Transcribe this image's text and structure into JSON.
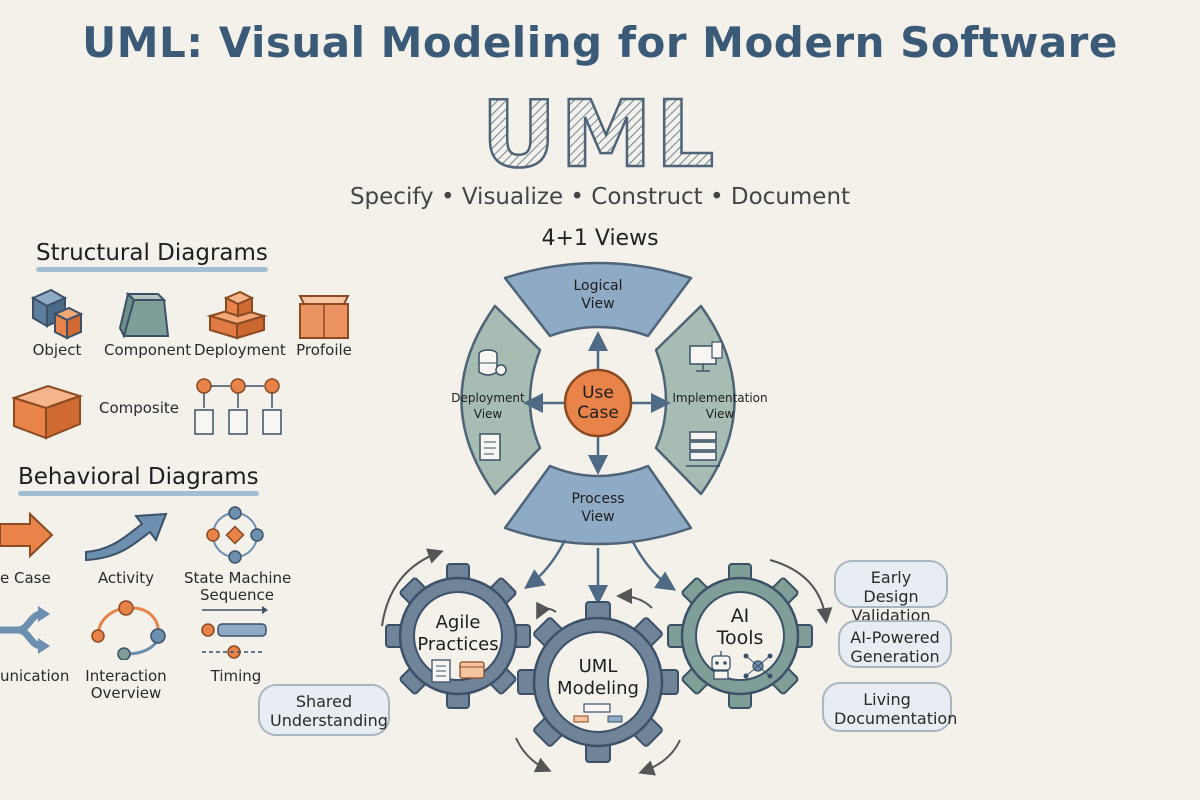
{
  "title": "UML: Visual Modeling for Modern Software",
  "logo": {
    "text": "UML"
  },
  "tagline": "Specify • Visualize • Construct • Document",
  "structural": {
    "heading": "Structural Diagrams",
    "items": [
      {
        "label": "Object",
        "icon": "cube-pair-icon"
      },
      {
        "label": "Component",
        "icon": "prism-block-icon"
      },
      {
        "label": "Deployment",
        "icon": "stacked-boxes-icon"
      },
      {
        "label": "Profoile",
        "icon": "open-box-icon"
      },
      {
        "label": "Composite",
        "icon": "package-box-icon"
      }
    ],
    "composite_flow_icon": "node-document-flow-icon"
  },
  "behavioral": {
    "heading": "Behavioral Diagrams",
    "items": [
      {
        "label": "e Case",
        "icon": "arrow-right-icon"
      },
      {
        "label": "Activity",
        "icon": "swoosh-arrow-icon"
      },
      {
        "label": "State Machine",
        "icon": "state-ring-icon"
      },
      {
        "label": "Sequence",
        "icon": "sequence-arrows-icon"
      },
      {
        "label": "unication",
        "icon": "split-arrows-icon"
      },
      {
        "label": "Interaction\nOverview",
        "icon": "node-loop-icon"
      },
      {
        "label": "Timing",
        "icon": "timeline-icon"
      }
    ]
  },
  "views": {
    "heading": "4+1 Views",
    "center": "Use\nCase",
    "logical": "Logical\nView",
    "deployment": "Deployment\nView",
    "implementation": "Implementation\nView",
    "process": "Process\nView"
  },
  "gears": {
    "agile": "Agile\nPractices",
    "uml": "UML\nModeling",
    "ai": "AI\nTools"
  },
  "bubbles": {
    "shared": "Shared\nUnderstanding",
    "early": "Early Design\nValidation",
    "ai_powered": "AI-Powered\nGeneration",
    "living": "Living\nDocumentation"
  },
  "colors": {
    "title": "#3b5a78",
    "blue": "#6d8fb0",
    "orange": "#e8834a",
    "green": "#8aa79a",
    "gear": "#6f8499",
    "background": "#f3f1ea"
  }
}
